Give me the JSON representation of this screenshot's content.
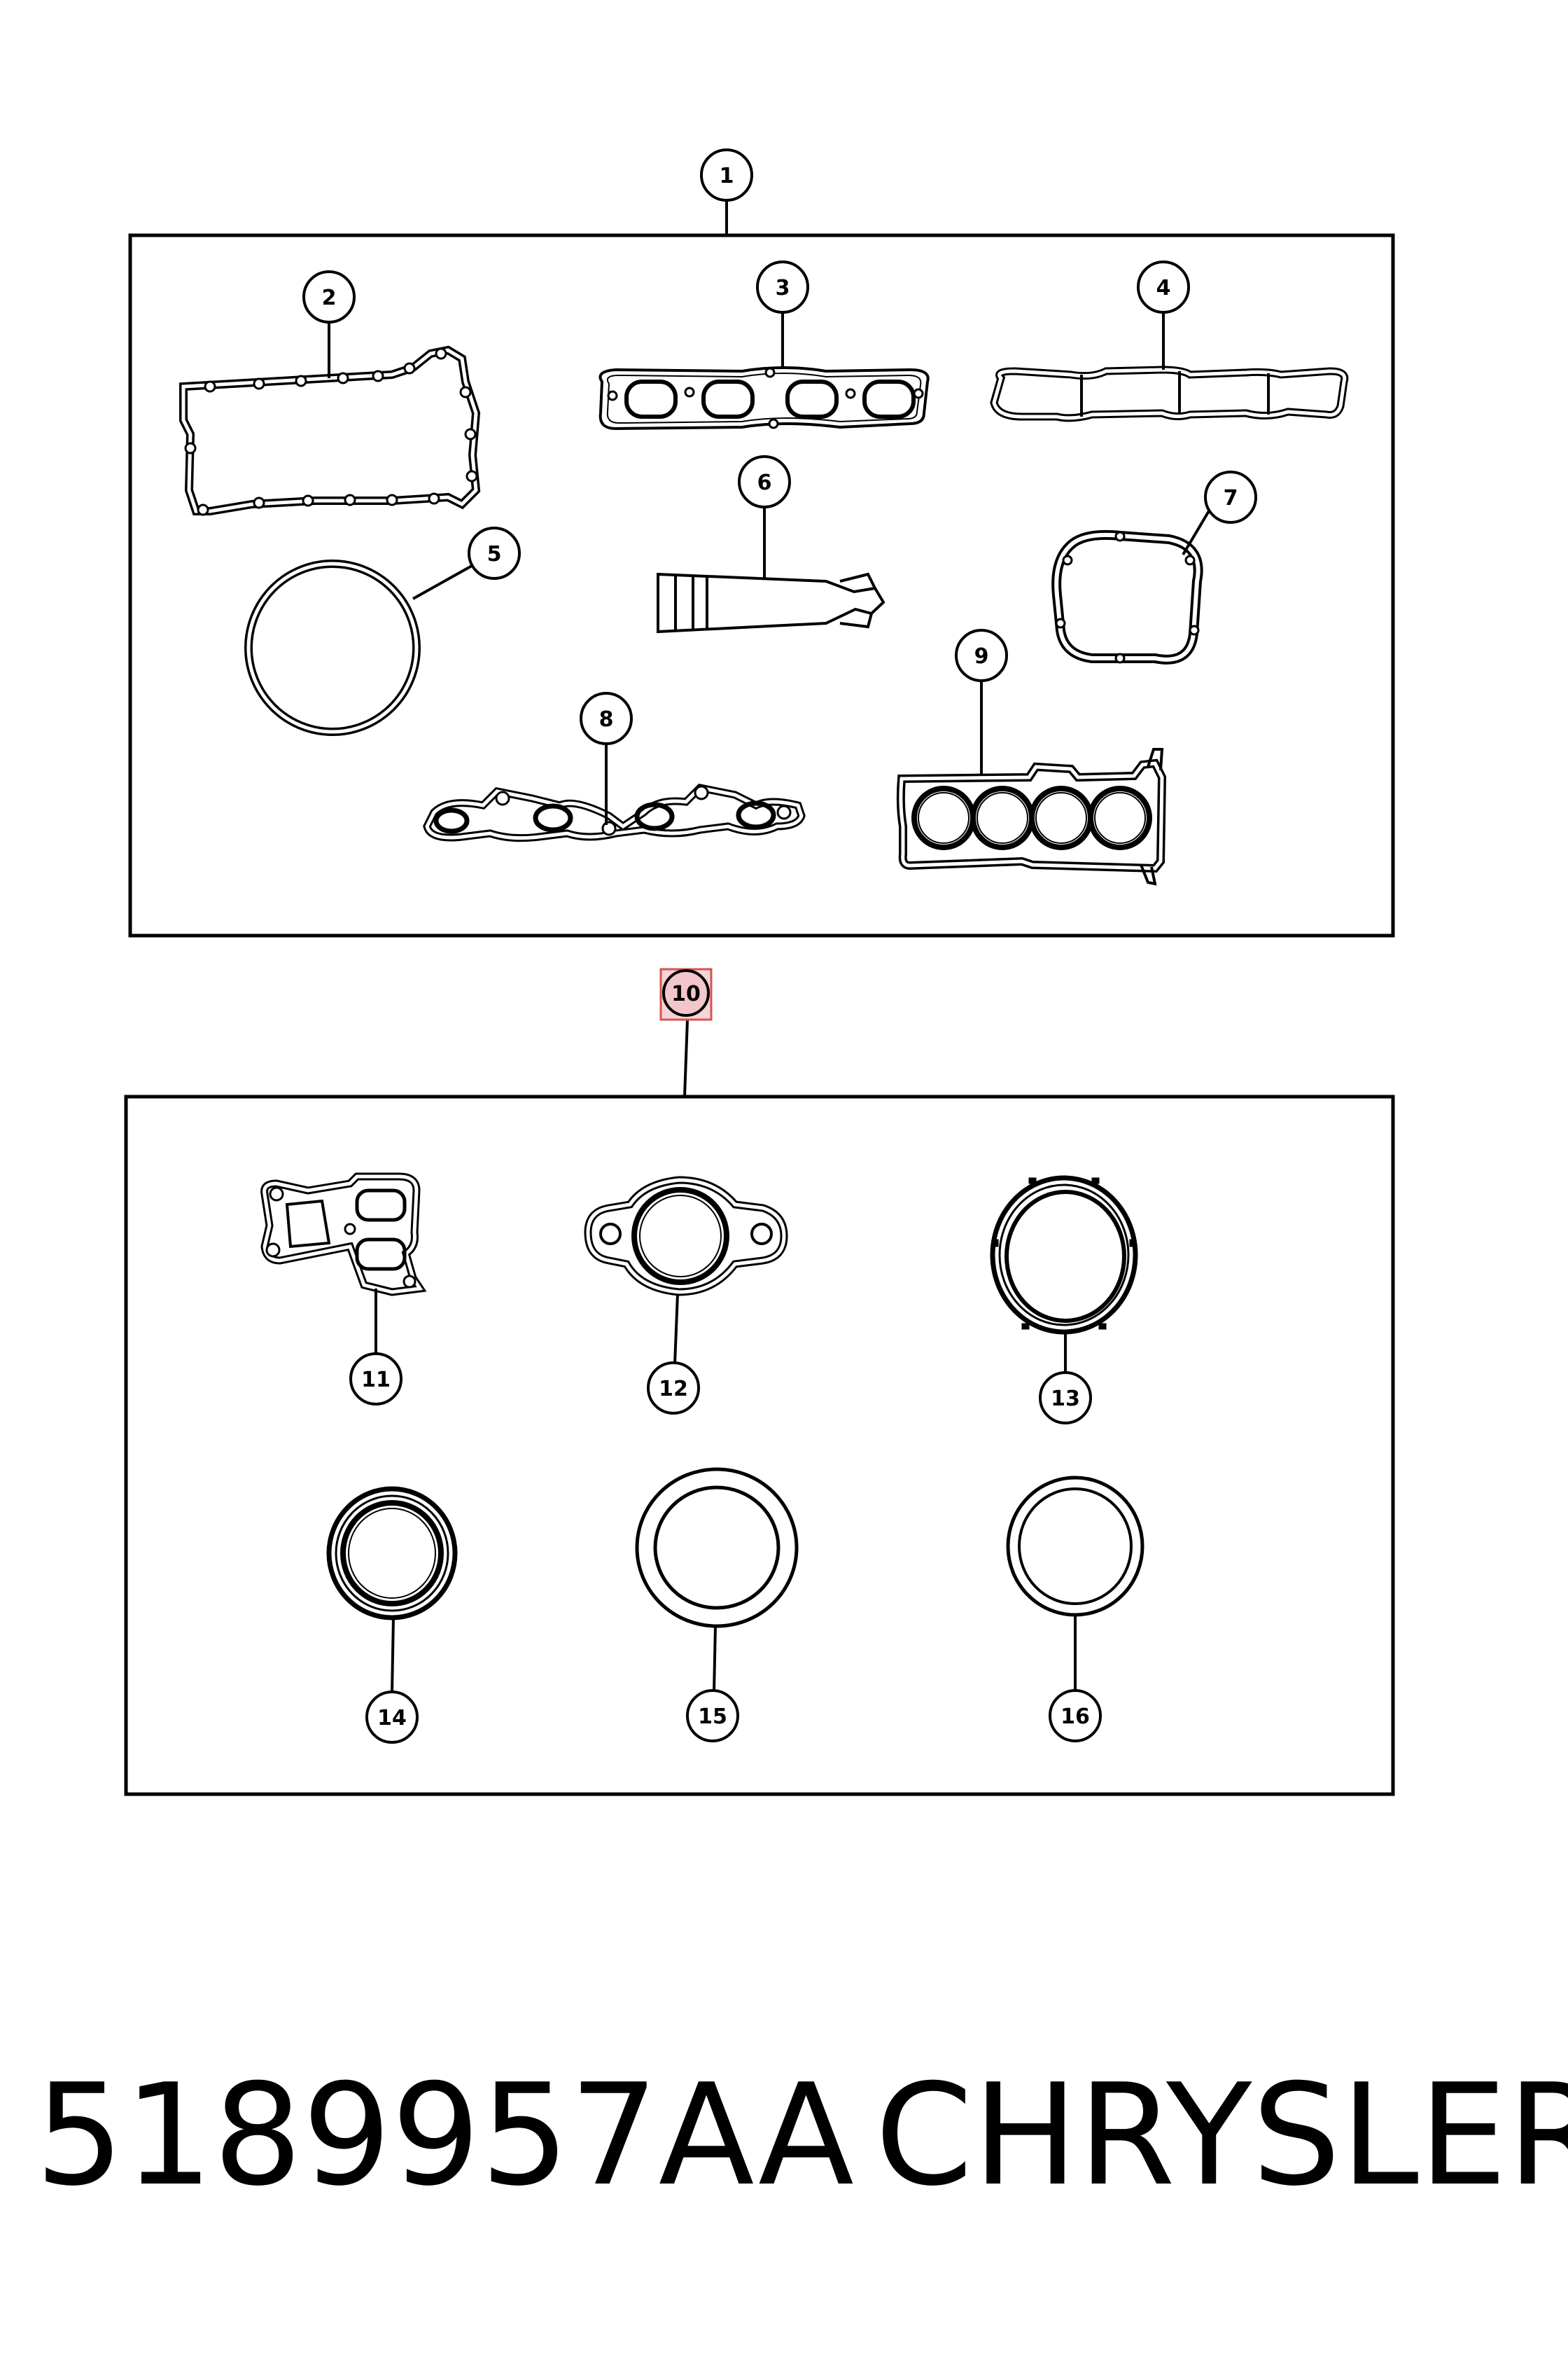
{
  "callouts": {
    "c1": "1",
    "c2": "2",
    "c3": "3",
    "c4": "4",
    "c5": "5",
    "c6": "6",
    "c7": "7",
    "c8": "8",
    "c9": "9",
    "c10": "10",
    "c11": "11",
    "c12": "12",
    "c13": "13",
    "c14": "14",
    "c15": "15",
    "c16": "16"
  },
  "highlight_color": "#f6d3d8",
  "highlight_border": "#d9534f",
  "footer": {
    "part_number": "5189957AA",
    "brand": "CHRYSLER"
  }
}
